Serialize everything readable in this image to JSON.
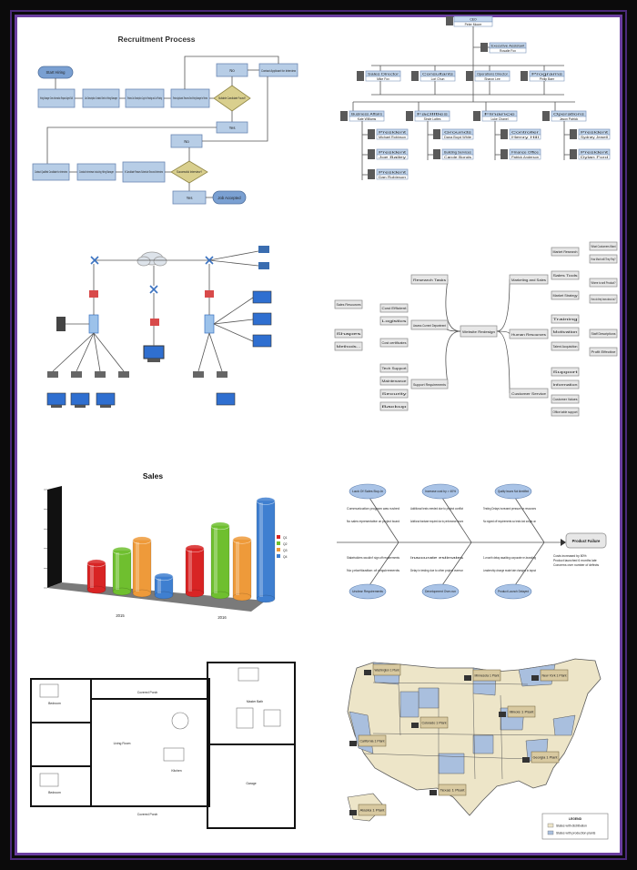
{
  "recruitment": {
    "title": "Recruitment Process",
    "start": "Start Hiring",
    "steps": [
      "Hiring Manager Gives Information Request Agent Skill",
      "Job Description Created Sent to Hiring Manager",
      "Review Job Description Copy for Reading and Job Posting",
      "Review Applicants' Resumes Send Hiring Manager for Review",
      "Contact Applicant for Interview",
      "Contact Qualified Candidate for Interview",
      "Conduct Interviews Including Hiring Manager",
      "If Candidate Passes Schedule Second Interview"
    ],
    "decisions": [
      "Suitable Candidate Found?",
      "Successful Interview?"
    ],
    "labels": [
      "No",
      "Yes",
      "No",
      "Yes"
    ],
    "end": "Job Accepted"
  },
  "org": {
    "top": {
      "role": "CEO",
      "name": "Peter Moore"
    },
    "assistant": {
      "role": "Executive Assistant",
      "name": "Rosalie Fox"
    },
    "vps": [
      {
        "role": "Sales Director",
        "name": "Mike Fox"
      },
      {
        "role": "Consultants",
        "name": "Lori Chun"
      },
      {
        "role": "Operations Director",
        "name": "Sharon Lee"
      },
      {
        "role": "Programs",
        "name": "Philip Baer"
      }
    ],
    "depts": [
      {
        "role": "Business Affairs",
        "name": "Kate Williams",
        "sub": [
          {
            "role": "President",
            "name": "Michael Robinson"
          },
          {
            "role": "President",
            "name": "Joe Bailey"
          },
          {
            "role": "President",
            "name": "Dan Robinson"
          }
        ]
      },
      {
        "role": "Facilities",
        "name": "Sinde Lattes",
        "sub": [
          {
            "role": "Grounds",
            "name": "Dana Boyd White"
          },
          {
            "role": "Building Services",
            "name": "Carole Bonds"
          }
        ]
      },
      {
        "role": "Finance",
        "name": "Luke Chanel",
        "sub": [
          {
            "role": "Controller",
            "name": "Henry Hill"
          },
          {
            "role": "Finance Office",
            "name": "Patrick Anderson"
          }
        ]
      },
      {
        "role": "Operations",
        "name": "Jason Patrick",
        "sub": [
          {
            "role": "President",
            "name": "Sydney Jewell"
          },
          {
            "role": "President",
            "name": "Dylan Ford"
          }
        ]
      }
    ]
  },
  "mindmap": {
    "center": "Website Redesign",
    "left": [
      "Research Tasks",
      "Assess Current Department",
      "Support Requirements"
    ],
    "right": [
      "Marketing and Sales",
      "Human Resources",
      "Customer Service"
    ],
    "leaves": [
      "Sales Resources",
      "Shapes",
      "Methods...",
      "Cost Efficient",
      "Logistics",
      "Cost certificates",
      "Tech Support",
      "Maintenance",
      "Security",
      "Backup",
      "Market Research",
      "Sales Tools",
      "Market Strategy",
      "Training",
      "Motivation",
      "Talent Acquisition",
      "Support",
      "Information",
      "Customer Values",
      "What Customers Want",
      "How Much will They Pay?",
      "Where to sell Product?",
      "How do they know about us?",
      "Staff Descriptions",
      "Profit Effective",
      "Office table support"
    ]
  },
  "chart_data": {
    "type": "bar",
    "title": "Sales",
    "categories": [
      "2015",
      "2016"
    ],
    "series": [
      {
        "name": "Q1",
        "values": [
          2600,
          4400
        ]
      },
      {
        "name": "Q2",
        "values": [
          4000,
          6800
        ]
      },
      {
        "name": "Q3",
        "values": [
          5200,
          5600
        ]
      },
      {
        "name": "Q4",
        "values": [
          1800,
          9600
        ]
      }
    ],
    "ylim": [
      0,
      10000
    ],
    "legend": "right",
    "colors": [
      "#d82424",
      "#6fbf2f",
      "#ee9a3a",
      "#3f7fd0"
    ]
  },
  "fishbone": {
    "causes_top": [
      "Lack Of Sales Buy-In",
      "Increase cost by > 40%",
      "Quality Issues Not Identified"
    ],
    "causes_bottom": [
      "Unclear Requirements",
      "Development Over-run",
      "Product Launch Delayed"
    ],
    "effect": "Product Failure",
    "effect_notes": [
      "Costs increased by 80%",
      "Product launched 6 months late",
      "Concerns over number of defects"
    ],
    "notes": [
      "Communication program was rushed",
      "No sales representative on project board",
      "Additional tests needed due to project conflict",
      "Additional hardware required due to performance issues",
      "Testing Delays increased pressure on resources",
      "No signed off requirements so tests lost scripts on",
      "Stakeholders wouldn't sign off requirements",
      "No prioritization of requirements",
      "Inaccurate estimates",
      "Delay in testing due to other project overrun",
      "1-month delay awaiting corporate re-branding",
      "Leadership change made late changes to layout"
    ]
  },
  "floorplan": {
    "rooms": [
      "Bedroom",
      "Bedroom",
      "Living Room",
      "Kitchen",
      "Garage",
      "Covered Porch",
      "Master Bath",
      "Covered Porch"
    ]
  },
  "usmap": {
    "callouts": [
      {
        "label": "Washington 1 Plant"
      },
      {
        "label": "Minnesota 1 Plant"
      },
      {
        "label": "New York 1 Plant"
      },
      {
        "label": "California 1 Plant"
      },
      {
        "label": "Colorado 1 Plant"
      },
      {
        "label": "Illinois 1 Plant"
      },
      {
        "label": "Georgia 1 Plant"
      },
      {
        "label": "Texas 1 Plant"
      },
      {
        "label": "Alaska 1 Plant"
      }
    ],
    "legend_title": "LEGEND",
    "legend_items": [
      "States with distribution",
      "States with production plants"
    ]
  }
}
